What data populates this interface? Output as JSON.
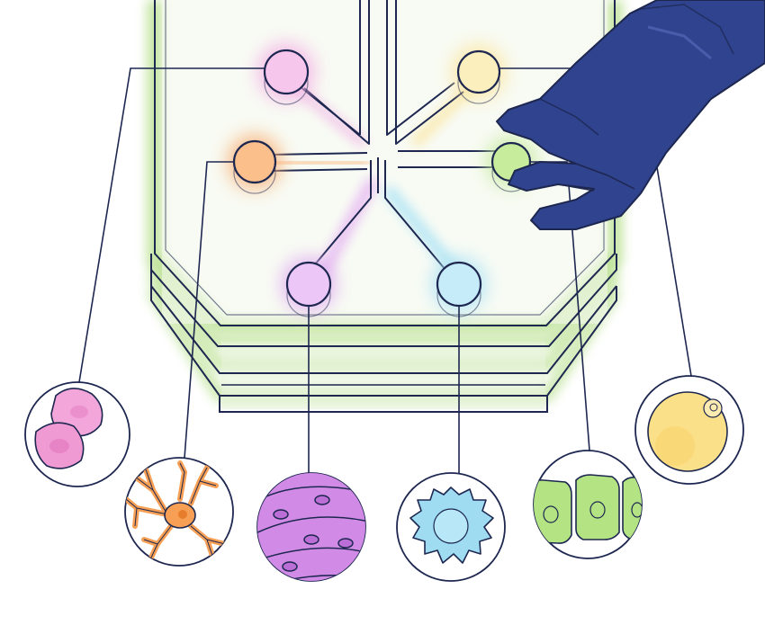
{
  "illustration": {
    "subject": "organ-on-a-chip",
    "colors": {
      "outline": "#1d2750",
      "chip_glow": "#9bcf6a",
      "glove": "#2c3f8c",
      "pink": "#f2a0da",
      "orange": "#f7a055",
      "purple": "#d493ea",
      "blue": "#9fdcf2",
      "yellow": "#fbe08a",
      "green": "#b4e383"
    },
    "chip_ports": [
      {
        "name": "pink-port",
        "color": "pink"
      },
      {
        "name": "orange-port",
        "color": "orange"
      },
      {
        "name": "purple-port",
        "color": "purple"
      },
      {
        "name": "blue-port",
        "color": "blue"
      },
      {
        "name": "yellow-port",
        "color": "yellow"
      },
      {
        "name": "green-port",
        "color": "green"
      }
    ],
    "cell_icons": [
      {
        "name": "round-cells",
        "color": "pink"
      },
      {
        "name": "neuron-cell",
        "color": "orange"
      },
      {
        "name": "muscle-fiber-cells",
        "color": "purple"
      },
      {
        "name": "immune-cell",
        "color": "blue"
      },
      {
        "name": "epithelial-cells",
        "color": "green"
      },
      {
        "name": "egg-cell",
        "color": "yellow"
      }
    ]
  }
}
